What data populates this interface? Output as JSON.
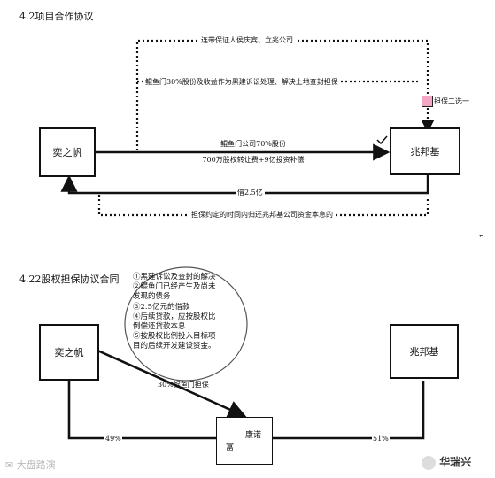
{
  "section1": {
    "heading": "4.2项目合作协议",
    "left_party": "奕之帆",
    "right_party": "兆邦基",
    "top_guarantee": "连带保证人侯庆宾、立兆公司",
    "pledge_note": "鲲鱼门30%股份及收益作为黑建诉讼处理、解决土地查封担保",
    "guarantee_choice": "担保二选一",
    "transfer_line1": "鲲鱼门公司70%股份",
    "transfer_line2": "700万股权转让费+9亿投资补偿",
    "loan": "借2.5亿",
    "repay_note": "担保约定的时间内归还兆邦基公司资金本息的",
    "return_mark": "↵"
  },
  "section2": {
    "heading": "4.22股权担保协议合同",
    "left_party": "奕之帆",
    "right_party": "兆邦基",
    "bottom_line1": "康诺",
    "bottom_line2": "富",
    "arrow_label": "30%鲲鱼门担保",
    "left_pct": "49%",
    "right_pct": "51%",
    "circle_items": [
      "①黑建诉讼及查封的解决",
      "②鲲鱼门已经产生及尚未",
      "发现的债务",
      "③2.5亿元的借款",
      "④后续贷款，应按股权比",
      "例偿还贷款本息",
      "⑤按股权比例投入目标项",
      "目的后续开发建设资金。"
    ]
  },
  "watermarks": {
    "left": "大盘路演",
    "right": "华瑞兴"
  }
}
